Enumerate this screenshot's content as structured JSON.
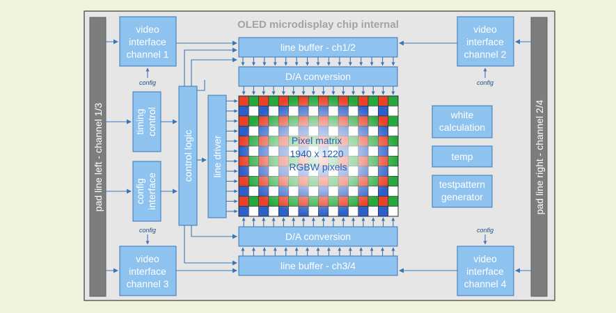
{
  "title": "OLED microdisplay chip internal",
  "pads": {
    "left": "pad line left - channel 1/3",
    "right": "pad line right - channel 2/4"
  },
  "video_interfaces": {
    "ch1": [
      "video",
      "interface",
      "channel 1"
    ],
    "ch2": [
      "video",
      "interface",
      "channel 2"
    ],
    "ch3": [
      "video",
      "interface",
      "channel 3"
    ],
    "ch4": [
      "video",
      "interface",
      "channel 4"
    ]
  },
  "config_label": "config",
  "line_buffer_top": "line buffer - ch1/2",
  "line_buffer_bottom": "line buffer - ch3/4",
  "da_top": "D/A conversion",
  "da_bottom": "D/A conversion",
  "timing_control": [
    "timing",
    "control"
  ],
  "config_interface": [
    "config",
    "interface"
  ],
  "control_logic": "control logic",
  "line_driver": "line driver",
  "pixel_matrix": [
    "Pixel matrix",
    "1940 x 1220",
    "RGBW pixels"
  ],
  "white_calculation": [
    "white",
    "calculation"
  ],
  "temp": "temp",
  "testpattern": [
    "testpattern",
    "generator"
  ],
  "colors": {
    "background": "#eef3dd",
    "chip": "#e6e6e6",
    "box_fill": "#8ec3ef",
    "box_stroke": "#3a76b5",
    "pad": "#7d7d7d",
    "pixel_red": "#e8432a",
    "pixel_green": "#27a83e",
    "pixel_blue": "#2c5fc9",
    "pixel_white": "#ffffff"
  }
}
